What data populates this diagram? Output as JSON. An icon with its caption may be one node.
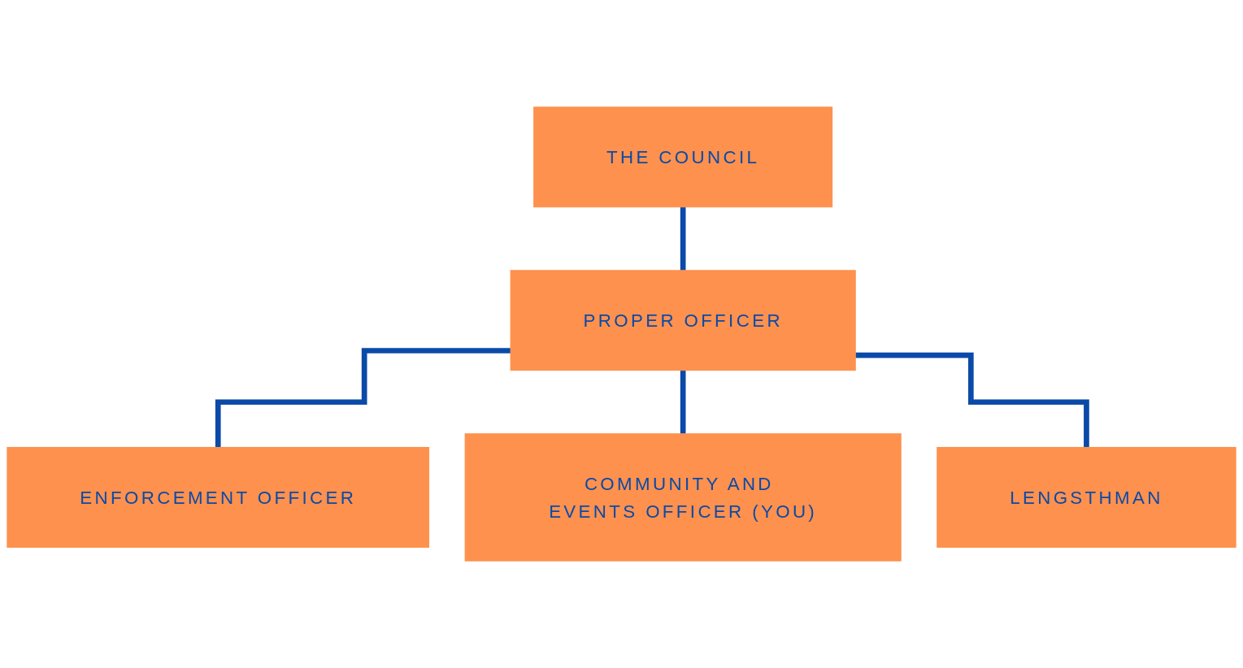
{
  "diagram": {
    "nodes": [
      {
        "text": [
          "THE COUNCIL"
        ]
      },
      {
        "text": [
          "PROPER OFFICER"
        ]
      },
      {
        "text": [
          "ENFORCEMENT OFFICER"
        ]
      },
      {
        "text": [
          "COMMUNITY AND EVENTS OFFICER (YOU)"
        ]
      },
      {
        "text": [
          "LENGSTHMAN"
        ]
      }
    ],
    "edges": [
      {
        "from": 0,
        "to": 1,
        "arrow": "none"
      },
      {
        "from": 1,
        "to": 2,
        "arrow": "none"
      },
      {
        "from": 1,
        "to": 3,
        "arrow": "none"
      },
      {
        "from": 1,
        "to": 4,
        "arrow": "none"
      }
    ]
  }
}
